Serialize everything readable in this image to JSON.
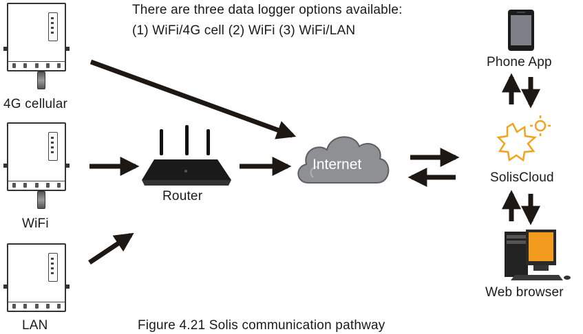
{
  "header": {
    "line1": "There are three data logger options available:",
    "line2": "(1) WiFi/4G cell   (2) WiFi   (3) WiFi/LAN"
  },
  "inverters": {
    "cellular_label": "4G cellular",
    "wifi_label": "WiFi",
    "lan_label": "LAN"
  },
  "router": {
    "label": "Router"
  },
  "cloud": {
    "label": "Internet"
  },
  "phone": {
    "label": "Phone App"
  },
  "solis_cloud": {
    "label": "SolisCloud"
  },
  "web": {
    "label": "Web browser"
  },
  "caption": "Figure 4.21 Solis communication pathway",
  "colors": {
    "arrow": "#1e1815",
    "cloud": "#8f9094",
    "sun": "#f2a21c"
  }
}
